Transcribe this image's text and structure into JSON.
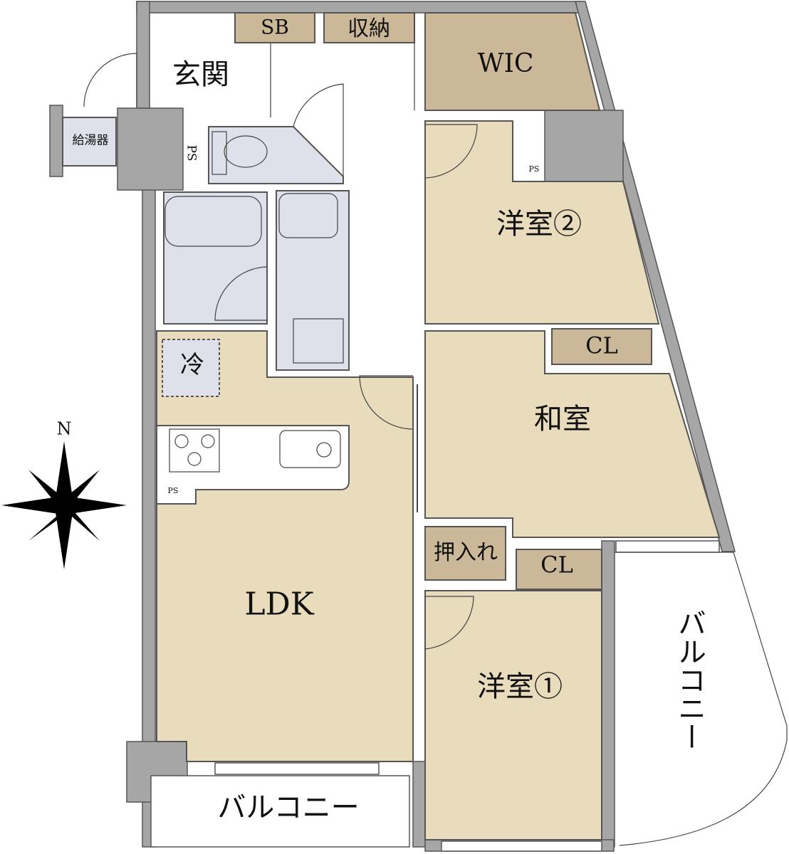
{
  "floorplan": {
    "colors": {
      "room": "#e8dcbc",
      "storage": "#cbb898",
      "wet": "#dfe1ea",
      "wall": "#a6a6a6"
    },
    "labels": {
      "sb": "SB",
      "storage": "収納",
      "wic": "WIC",
      "entrance": "玄関",
      "water_heater": "給湯器",
      "ps_top": "PS",
      "western_room_2": "洋室②",
      "closet_upper": "CL",
      "japanese_room": "和室",
      "fridge": "冷",
      "ps_kitchen": "PS",
      "ps_room2": "PS",
      "ldk": "LDK",
      "oshiire": "押入れ",
      "closet_lower": "CL",
      "western_room_1": "洋室①",
      "balcony_bottom": "バルコニー",
      "balcony_right": "バルコニー"
    },
    "compass": {
      "north_label": "N",
      "icon": "compass-rose-icon"
    }
  }
}
